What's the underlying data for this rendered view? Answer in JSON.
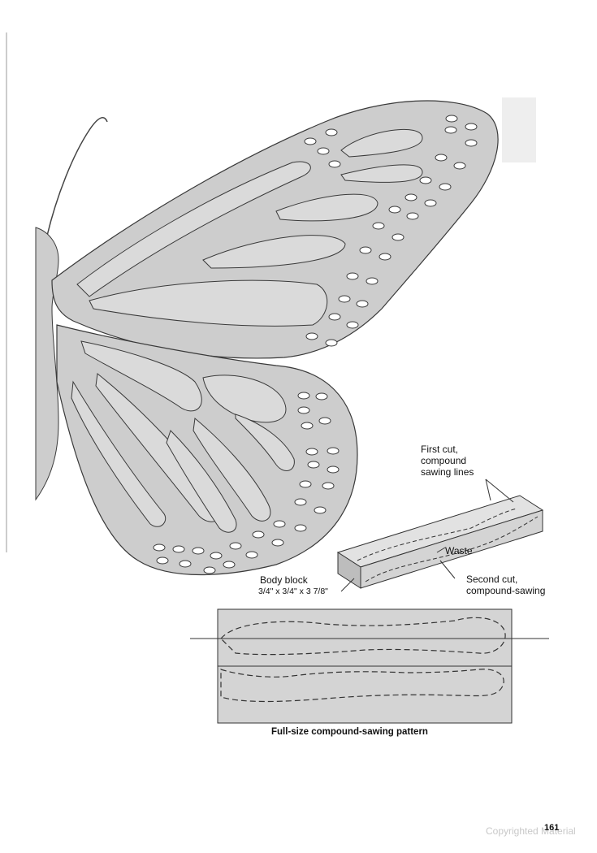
{
  "labels": {
    "first_cut": "First cut,\ncompound\nsawing lines",
    "waste": "Waste",
    "second_cut": "Second cut,\ncompound-sawing",
    "body_block_title": "Body block",
    "body_block_dims": "3/4\" x 3/4\" x 3 7/8\""
  },
  "caption": "Full-size compound-sawing pattern",
  "page_number": "161",
  "watermark": "Copyrighted Material",
  "colors": {
    "wing_fill": "#cdcdcd",
    "cell_fill": "#d9d9d9",
    "outline": "#3a3a3a",
    "block_fill": "#d4d4d4",
    "block_dark": "#bdbdbd"
  }
}
